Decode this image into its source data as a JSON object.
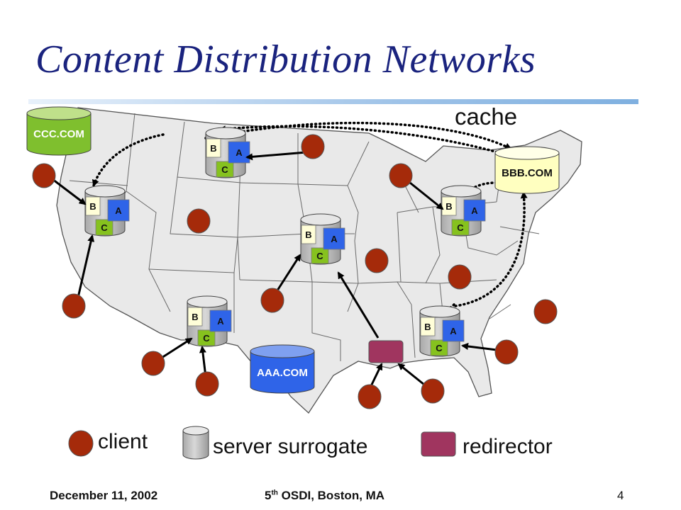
{
  "title": "Content Distribution Networks",
  "cache_label": "cache",
  "origins": {
    "ccc": "CCC.COM",
    "bbb": "BBB.COM",
    "aaa": "AAA.COM"
  },
  "surrogate_labels": {
    "b": "B",
    "a": "A",
    "c": "C"
  },
  "legend": {
    "client": "client",
    "server": "server surrogate",
    "redirector": "redirector"
  },
  "footer": {
    "date": "December 11, 2002",
    "venue_prefix": "5",
    "venue_sup": "th",
    "venue_rest": " OSDI, Boston, MA",
    "page": "4"
  },
  "colors": {
    "title": "#1a237e",
    "client": "#a52a0a",
    "redirector": "#a0355f",
    "origin": "#7fbf2e",
    "origin_bbb": "#ffffc0",
    "tag_a": "#2f64e8",
    "tag_b": "#fffed8",
    "tag_c": "#86c21e",
    "cylinder": "#c4c4c4"
  }
}
